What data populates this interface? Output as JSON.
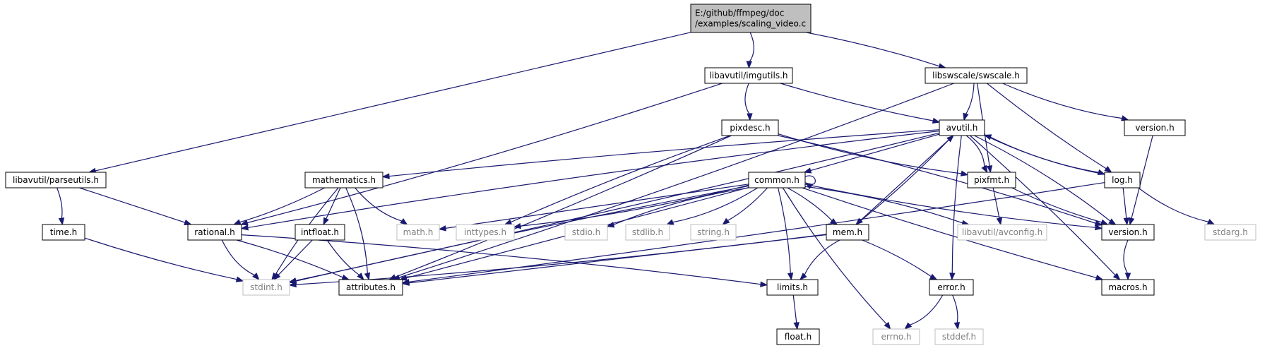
{
  "colors": {
    "edge": "#191970",
    "root_fill": "#bfbfbf",
    "node_border": "#000000",
    "system_border": "#bfbfbf",
    "system_text": "#7f7f7f"
  },
  "nodes": [
    {
      "id": "root",
      "lines": [
        "E:/github/ffmpeg/doc",
        "/examples/scaling_video.c"
      ],
      "kind": "root"
    },
    {
      "id": "imgutils",
      "lines": [
        "libavutil/imgutils.h"
      ],
      "kind": "doc"
    },
    {
      "id": "swscale",
      "lines": [
        "libswscale/swscale.h"
      ],
      "kind": "doc"
    },
    {
      "id": "parseutils",
      "lines": [
        "libavutil/parseutils.h"
      ],
      "kind": "doc"
    },
    {
      "id": "pixdesc",
      "lines": [
        "pixdesc.h"
      ],
      "kind": "doc"
    },
    {
      "id": "avutil",
      "lines": [
        "avutil.h"
      ],
      "kind": "doc"
    },
    {
      "id": "version_sws",
      "lines": [
        "version.h"
      ],
      "kind": "doc"
    },
    {
      "id": "mathematics",
      "lines": [
        "mathematics.h"
      ],
      "kind": "doc"
    },
    {
      "id": "common",
      "lines": [
        "common.h"
      ],
      "kind": "doc"
    },
    {
      "id": "pixfmt",
      "lines": [
        "pixfmt.h"
      ],
      "kind": "doc"
    },
    {
      "id": "log",
      "lines": [
        "log.h"
      ],
      "kind": "doc"
    },
    {
      "id": "time",
      "lines": [
        "time.h"
      ],
      "kind": "doc"
    },
    {
      "id": "rational",
      "lines": [
        "rational.h"
      ],
      "kind": "doc"
    },
    {
      "id": "intfloat",
      "lines": [
        "intfloat.h"
      ],
      "kind": "doc"
    },
    {
      "id": "math",
      "lines": [
        "math.h"
      ],
      "kind": "sys"
    },
    {
      "id": "inttypes",
      "lines": [
        "inttypes.h"
      ],
      "kind": "sys"
    },
    {
      "id": "stdio",
      "lines": [
        "stdio.h"
      ],
      "kind": "sys"
    },
    {
      "id": "stdlib",
      "lines": [
        "stdlib.h"
      ],
      "kind": "sys"
    },
    {
      "id": "string",
      "lines": [
        "string.h"
      ],
      "kind": "sys"
    },
    {
      "id": "mem",
      "lines": [
        "mem.h"
      ],
      "kind": "doc"
    },
    {
      "id": "avconfig",
      "lines": [
        "libavutil/avconfig.h"
      ],
      "kind": "sys"
    },
    {
      "id": "version",
      "lines": [
        "version.h"
      ],
      "kind": "doc"
    },
    {
      "id": "stdarg",
      "lines": [
        "stdarg.h"
      ],
      "kind": "sys"
    },
    {
      "id": "stdint",
      "lines": [
        "stdint.h"
      ],
      "kind": "sys"
    },
    {
      "id": "attributes",
      "lines": [
        "attributes.h"
      ],
      "kind": "doc"
    },
    {
      "id": "limits",
      "lines": [
        "limits.h"
      ],
      "kind": "doc"
    },
    {
      "id": "error",
      "lines": [
        "error.h"
      ],
      "kind": "doc"
    },
    {
      "id": "macros",
      "lines": [
        "macros.h"
      ],
      "kind": "doc"
    },
    {
      "id": "float",
      "lines": [
        "float.h"
      ],
      "kind": "doc"
    },
    {
      "id": "errno",
      "lines": [
        "errno.h"
      ],
      "kind": "sys"
    },
    {
      "id": "stddef",
      "lines": [
        "stddef.h"
      ],
      "kind": "sys"
    }
  ],
  "edges": [
    [
      "root",
      "imgutils"
    ],
    [
      "root",
      "swscale"
    ],
    [
      "root",
      "parseutils"
    ],
    [
      "imgutils",
      "avutil"
    ],
    [
      "imgutils",
      "pixdesc"
    ],
    [
      "imgutils",
      "rational"
    ],
    [
      "swscale",
      "avutil"
    ],
    [
      "swscale",
      "pixfmt"
    ],
    [
      "swscale",
      "log"
    ],
    [
      "swscale",
      "version_sws"
    ],
    [
      "swscale",
      "attributes"
    ],
    [
      "parseutils",
      "time"
    ],
    [
      "parseutils",
      "rational"
    ],
    [
      "pixdesc",
      "inttypes"
    ],
    [
      "pixdesc",
      "pixfmt"
    ],
    [
      "pixdesc",
      "version"
    ],
    [
      "pixdesc",
      "attributes"
    ],
    [
      "avutil",
      "common"
    ],
    [
      "avutil",
      "mathematics"
    ],
    [
      "avutil",
      "rational"
    ],
    [
      "avutil",
      "version"
    ],
    [
      "avutil",
      "macros"
    ],
    [
      "avutil",
      "mem"
    ],
    [
      "avutil",
      "error"
    ],
    [
      "avutil",
      "log"
    ],
    [
      "avutil",
      "pixfmt"
    ],
    [
      "avutil",
      "stdint"
    ],
    [
      "version_sws",
      "version"
    ],
    [
      "mathematics",
      "stdint"
    ],
    [
      "mathematics",
      "math"
    ],
    [
      "mathematics",
      "attributes"
    ],
    [
      "mathematics",
      "rational"
    ],
    [
      "mathematics",
      "intfloat"
    ],
    [
      "common",
      "common"
    ],
    [
      "common",
      "errno"
    ],
    [
      "common",
      "inttypes"
    ],
    [
      "common",
      "limits"
    ],
    [
      "common",
      "math"
    ],
    [
      "common",
      "stdint"
    ],
    [
      "common",
      "stdio"
    ],
    [
      "common",
      "stdlib"
    ],
    [
      "common",
      "string"
    ],
    [
      "common",
      "attributes"
    ],
    [
      "common",
      "macros"
    ],
    [
      "common",
      "version"
    ],
    [
      "common",
      "avconfig"
    ],
    [
      "common",
      "mem"
    ],
    [
      "pixfmt",
      "avconfig"
    ],
    [
      "pixfmt",
      "version"
    ],
    [
      "log",
      "stdarg"
    ],
    [
      "log",
      "avutil"
    ],
    [
      "log",
      "attributes"
    ],
    [
      "log",
      "version"
    ],
    [
      "time",
      "stdint"
    ],
    [
      "rational",
      "stdint"
    ],
    [
      "rational",
      "limits"
    ],
    [
      "rational",
      "attributes"
    ],
    [
      "intfloat",
      "stdint"
    ],
    [
      "intfloat",
      "attributes"
    ],
    [
      "mem",
      "limits"
    ],
    [
      "mem",
      "stdint"
    ],
    [
      "mem",
      "error"
    ],
    [
      "mem",
      "attributes"
    ],
    [
      "mem",
      "avutil"
    ],
    [
      "version",
      "macros"
    ],
    [
      "error",
      "errno"
    ],
    [
      "error",
      "stddef"
    ],
    [
      "limits",
      "float"
    ]
  ]
}
